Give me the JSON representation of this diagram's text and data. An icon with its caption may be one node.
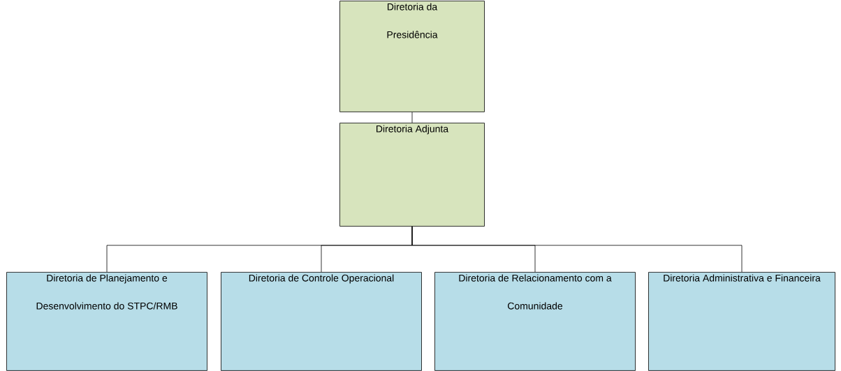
{
  "diagram": {
    "nodes": [
      {
        "text": [
          "Diretoria da Presidência"
        ]
      },
      {
        "text": [
          "Diretoria Adjunta"
        ]
      },
      {
        "text": [
          "Diretoria de Planejamento e Desenvolvimento do STPC/RMB"
        ]
      },
      {
        "text": [
          "Diretoria de Controle Operacional"
        ]
      },
      {
        "text": [
          "Diretoria de Relacionamento com a Comunidade"
        ]
      },
      {
        "text": [
          "Diretoria Administrativa e Financeira"
        ]
      }
    ],
    "edges": [
      {
        "from": 0,
        "to": 1,
        "arrow": "none"
      },
      {
        "from": 1,
        "to": 2,
        "arrow": "none"
      },
      {
        "from": 1,
        "to": 3,
        "arrow": "none"
      },
      {
        "from": 1,
        "to": 4,
        "arrow": "none"
      },
      {
        "from": 1,
        "to": 5,
        "arrow": "none"
      }
    ]
  }
}
